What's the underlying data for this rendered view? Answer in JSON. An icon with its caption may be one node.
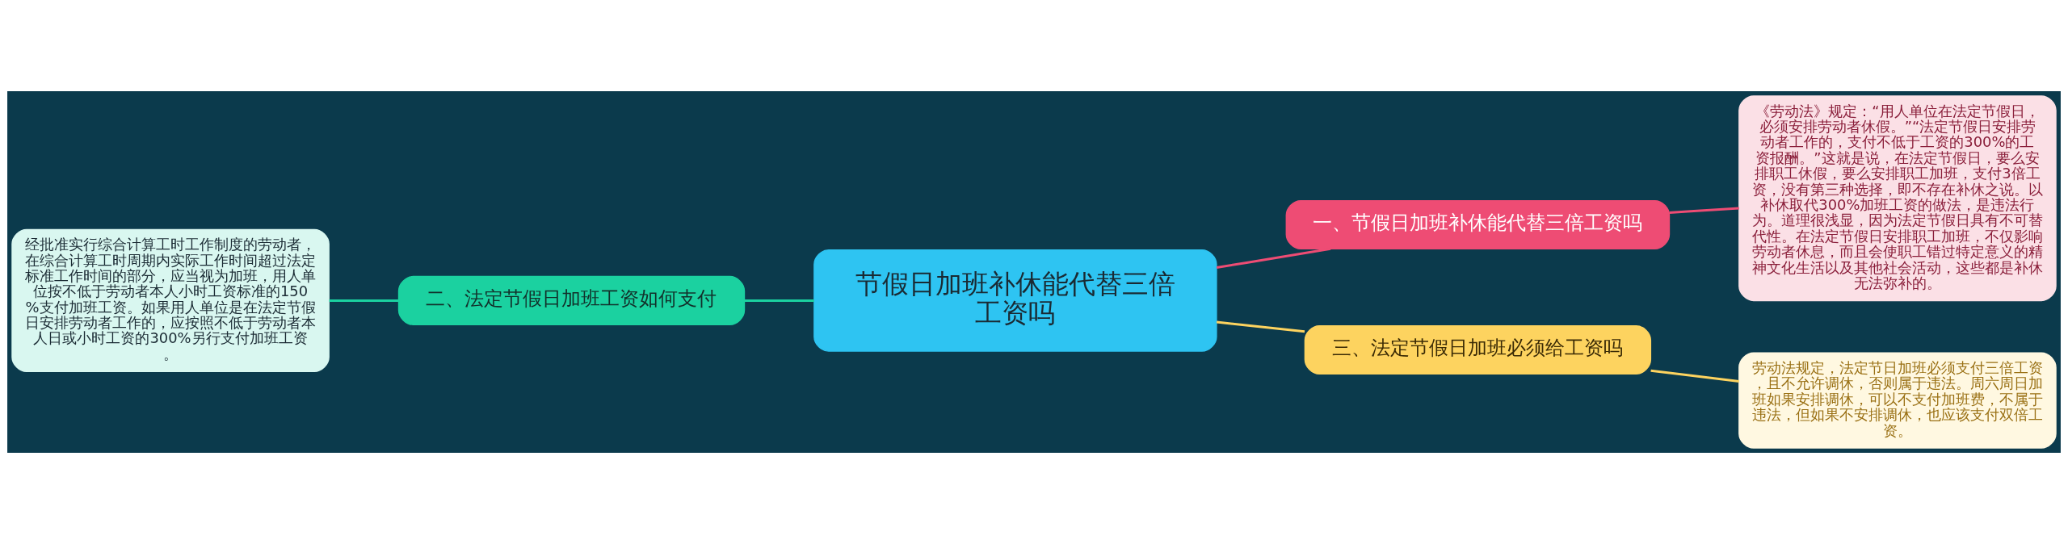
{
  "diagram": {
    "nodes": [
      {
        "text": [
          "节假日加班补休能代替三倍工资吗"
        ]
      },
      {
        "text": [
          "一、节假日加班补休能代替三倍工资吗"
        ]
      },
      {
        "text": [
          "《劳动法》规定：“用人单位在法定节假日，必须安排劳动者休假。”“法定节假日安排劳动者工作的，支付不低于工资的300%的工资报酬。”这就是说，在法定节假日，要么安排职工休假，要么安排职工加班，支付3倍工资，没有第三种选择，即不存在补休之说。以补休取代300%加班工资的做法，是违法行为。道理很浅显，因为法定节假日具有不可替代性。在法定节假日安排职工加班，不仅影响劳动者休息，而且会使职工错过特定意义的精神文化生活以及其他社会活动，这些都是补休无法弥补的。"
        ]
      },
      {
        "text": [
          "二、法定节假日加班工资如何支付"
        ]
      },
      {
        "text": [
          "经批准实行综合计算工时工作制度的劳动者，在综合计算工时周期内实际工作时间超过法定标准工作时间的部分，应当视为加班，用人单位按不低于劳动者本人小时工资标准的150%支付加班工资。如果用人单位是在法定节假日安排劳动者工作的，应按照不低于劳动者本人日或小时工资的300%另行支付加班工资。"
        ]
      },
      {
        "text": [
          "三、法定节假日加班必须给工资吗"
        ]
      },
      {
        "text": [
          "劳动法规定，法定节日加班必须支付三倍工资，且不允许调休，否则属于违法。周六周日加班如果安排调休，可以不支付加班费，不属于违法，但如果不安排调休，也应该支付双倍工资。"
        ]
      }
    ],
    "edges": [
      {
        "from": 0,
        "to": 1,
        "arrow": "none",
        "color": "#ee4c74"
      },
      {
        "from": 1,
        "to": 2,
        "arrow": "none",
        "color": "#ee4c74"
      },
      {
        "from": 4,
        "to": 3,
        "arrow": "none",
        "color": "#1bd1a0"
      },
      {
        "from": 3,
        "to": 0,
        "arrow": "none",
        "color": "#1bd1a0"
      },
      {
        "from": 0,
        "to": 5,
        "arrow": "none",
        "color": "#fdd35f"
      },
      {
        "from": 5,
        "to": 6,
        "arrow": "none",
        "color": "#fdd35f"
      }
    ]
  }
}
